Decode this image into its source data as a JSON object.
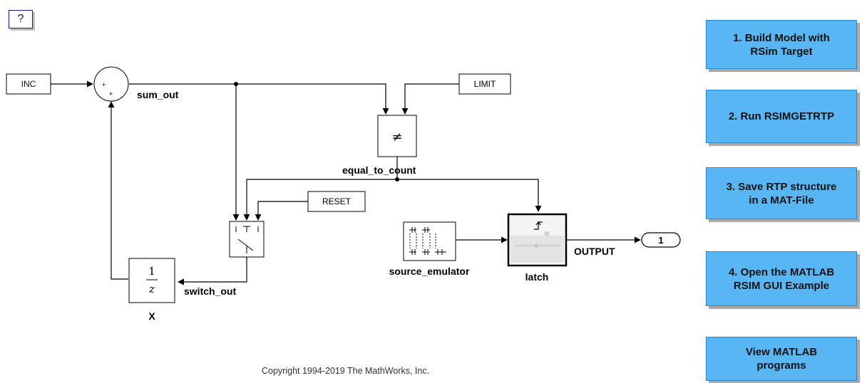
{
  "help": {
    "label": "?"
  },
  "blocks": {
    "inc": "INC",
    "limit": "LIMIT",
    "reset": "RESET",
    "not_equal_symbol": "≠",
    "unit_delay_num": "1",
    "unit_delay_den": "z",
    "sum_sign_left": "+",
    "sum_sign_bottom": "+",
    "outport_number": "1"
  },
  "labels": {
    "sum_out": "sum_out",
    "equal_to_count": "equal_to_count",
    "switch_out": "switch_out",
    "x": "X",
    "source_emulator": "source_emulator",
    "latch": "latch",
    "output": "OUTPUT"
  },
  "buttons": [
    {
      "label": "1. Build Model with\nRSim Target"
    },
    {
      "label": "2. Run RSIMGETRTP"
    },
    {
      "label": "3. Save RTP structure\nin a MAT-File"
    },
    {
      "label": "4. Open the MATLAB\nRSIM GUI Example"
    },
    {
      "label": "View MATLAB\nprograms"
    }
  ],
  "footer": {
    "copyright": "Copyright 1994-2019 The MathWorks, Inc."
  },
  "colors": {
    "button_fill": "#58b6f5",
    "button_border": "#2d86c7",
    "line": "#000000"
  }
}
